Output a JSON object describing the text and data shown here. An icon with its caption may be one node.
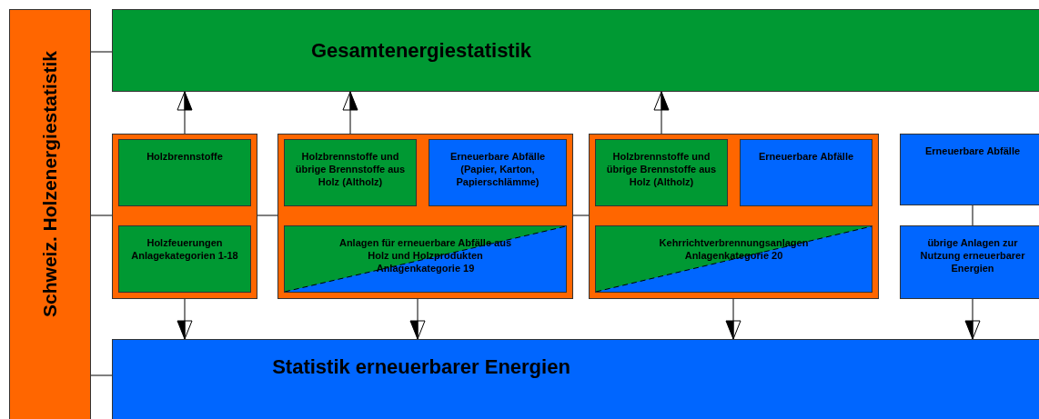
{
  "diagram": {
    "nodes": [
      {
        "text": [
          "Schweiz. Holzenergiestatistik"
        ]
      },
      {
        "text": [
          "Gesamtenergiestatistik"
        ]
      },
      {
        "text": [],
        "shape": "box"
      },
      {
        "text": [
          "Holzbrennstoffe"
        ],
        "in": 2
      },
      {
        "text": [
          "Holzfeuerungen Anlagekategorien 1-18"
        ],
        "in": 2
      },
      {
        "text": [],
        "shape": "box"
      },
      {
        "text": [
          "Holzbrennstoffe und übrige Brennstoffe aus Holz (Altholz)"
        ],
        "in": 5
      },
      {
        "text": [
          "Erneuerbare Abfälle (Papier, Karton, Papierschlämme)"
        ],
        "in": 5
      },
      {
        "text": [
          "Anlagen für erneuerbare Abfälle aus Holz und Holzprodukten Anlagenkategorie 19"
        ],
        "in": 5
      },
      {
        "text": [],
        "shape": "box"
      },
      {
        "text": [
          "Holzbrennstoffe und übrige Brennstoffe aus Holz (Altholz)"
        ],
        "in": 9
      },
      {
        "text": [
          "Erneuerbare Abfälle"
        ],
        "in": 9
      },
      {
        "text": [
          "Kehrrichtverbrennungsanlagen Anlagenkategorie 20"
        ],
        "in": 9
      },
      {
        "text": [
          "Erneuerbare Abfälle"
        ]
      },
      {
        "text": [
          "übrige Anlagen zur Nutzung erneuerbarer Energien"
        ]
      },
      {
        "text": [
          "Statistik erneuerbarer Energien"
        ]
      }
    ],
    "edges": [
      {
        "from": 0,
        "to": 1,
        "arrow": "none"
      },
      {
        "from": 0,
        "to": 2,
        "arrow": "none"
      },
      {
        "from": 2,
        "to": 5,
        "arrow": "none"
      },
      {
        "from": 5,
        "to": 9,
        "arrow": "none"
      },
      {
        "from": 0,
        "to": 15,
        "arrow": "none"
      },
      {
        "from": 13,
        "to": 14,
        "arrow": "none"
      },
      {
        "from": 2,
        "to": 1,
        "arrow": "to"
      },
      {
        "from": 5,
        "to": 1,
        "arrow": "to"
      },
      {
        "from": 9,
        "to": 1,
        "arrow": "to"
      },
      {
        "from": 2,
        "to": 15,
        "arrow": "to"
      },
      {
        "from": 5,
        "to": 15,
        "arrow": "to"
      },
      {
        "from": 9,
        "to": 15,
        "arrow": "to"
      },
      {
        "from": 14,
        "to": 15,
        "arrow": "to"
      }
    ]
  }
}
